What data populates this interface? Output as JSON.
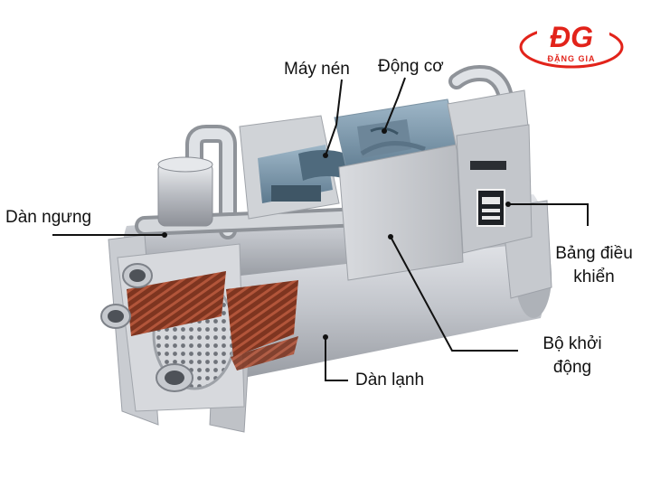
{
  "diagram": {
    "labels": {
      "compressor": "Máy nén",
      "motor": "Động cơ",
      "condenser": "Dàn ngưng",
      "control_panel_line1": "Bảng điều",
      "control_panel_line2": "khiển",
      "starter_line1": "Bộ khởi",
      "starter_line2": "động",
      "evaporator": "Dàn lạnh"
    },
    "colors": {
      "leader_line": "#111111",
      "logo_red": "#e2231a",
      "shell": "#c7c9cf",
      "tube_bundle": "#8a3a22"
    }
  },
  "logo": {
    "monogram": "ĐG",
    "brand": "ĐẶNG GIA"
  }
}
